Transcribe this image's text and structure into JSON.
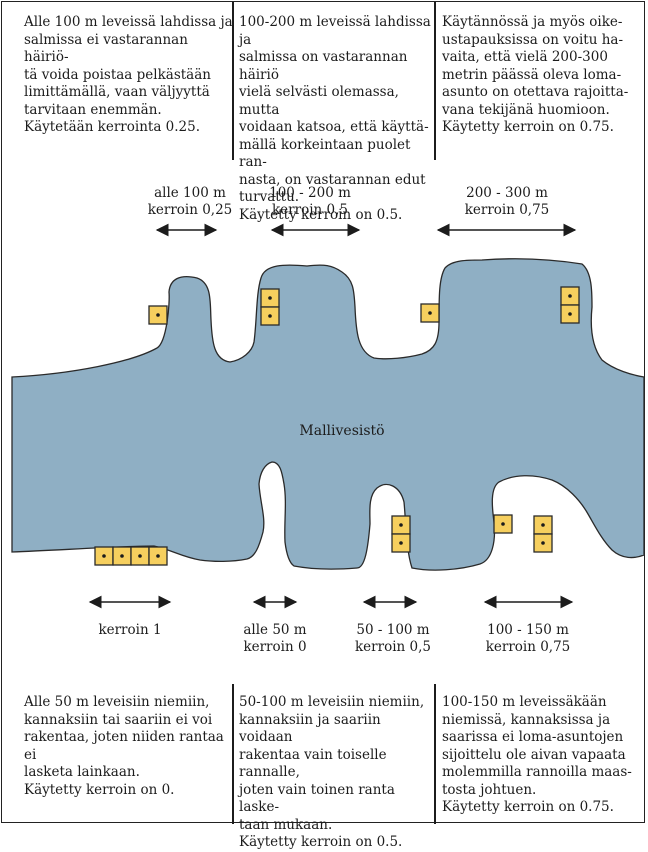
{
  "top_panels": [
    {
      "text": "Alle 100 m leveissä lahdissa ja\nsalmissa ei vastarannan häiriö-\ntä voida poistaa pelkästään\nlimittämällä, vaan väljyyttä\ntarvitaan enemmän.\nKäytetään kerrointa 0.25."
    },
    {
      "text": "100-200 m leveissä lahdissa ja\nsalmissa on vastarannan häiriö\nvielä selvästi olemassa, mutta\nvoidaan katsoa, että käyttä-\nmällä korkeintaan puolet ran-\nnasta, on vastarannan edut\nturvattu.\nKäytetty kerroin on 0.5."
    },
    {
      "text": "Käytännössä ja myös oike-\nustapauksissa on voitu ha-\nvaita, että vielä 200-300\nmetrin päässä oleva loma-\nasunto on otettava rajoitta-\nvana tekijänä huomioon.\nKäytetty kerroin on 0.75."
    }
  ],
  "top_labels": [
    {
      "text": "alle 100 m\nkerroin 0,25"
    },
    {
      "text": "100 - 200 m\nkerroin 0,5"
    },
    {
      "text": "200 - 300 m\nkerroin 0,75"
    }
  ],
  "water_label": "Mallivesistö",
  "bottom_labels": [
    {
      "text": "kerroin 1"
    },
    {
      "text": "alle 50 m\nkerroin 0"
    },
    {
      "text": "50 - 100 m\nkerroin 0,5"
    },
    {
      "text": "100 - 150 m\nkerroin 0,75"
    }
  ],
  "bottom_panels": [
    {
      "text": "Alle 50 m leveisiin niemiin,\nkannaksiin tai saariin ei voi\nrakentaa, joten niiden rantaa ei\nlasketa lainkaan.\nKäytetty kerroin on 0."
    },
    {
      "text": "50-100 m leveisiin niemiin,\nkannaksiin ja saariin voidaan\nrakentaa vain toiselle rannalle,\njoten vain toinen ranta laske-\ntaan mukaan.\nKäytetty kerroin on 0.5."
    },
    {
      "text": "100-150 m leveissäkään\nniemissä, kannaksissa ja\nsaarissa ei loma-asuntojen\nsijoittelu ole aivan vapaata\nmolemmilla rannoilla maas-\ntosta johtuen.\nKäytetty kerroin on 0.75."
    }
  ],
  "colors": {
    "water": "#8fafc4",
    "shoreline": "#2a2a2a",
    "house_fill": "#f6cf5e",
    "house_stroke": "#2a2a2a",
    "text": "#1c1c1c"
  },
  "icons": [
    "double-arrow-icon",
    "cottage-plot-icon"
  ]
}
